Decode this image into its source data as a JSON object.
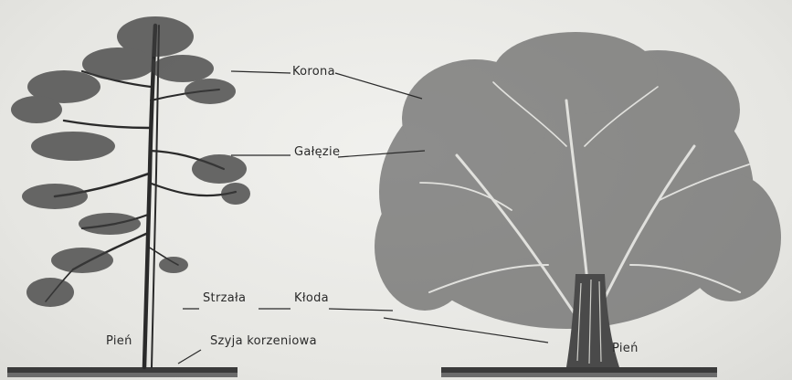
{
  "labels": {
    "korona": "Korona",
    "galezie": "Gałęzie",
    "strzala": "Strzała",
    "kloda": "Kłoda",
    "pien_left": "Pień",
    "szyja": "Szyja korzeniowa",
    "pien_right": "Pień"
  },
  "colors": {
    "ink": "#2a2a2a",
    "paper": "#ebebe8",
    "ground": "#3a3a3a"
  }
}
